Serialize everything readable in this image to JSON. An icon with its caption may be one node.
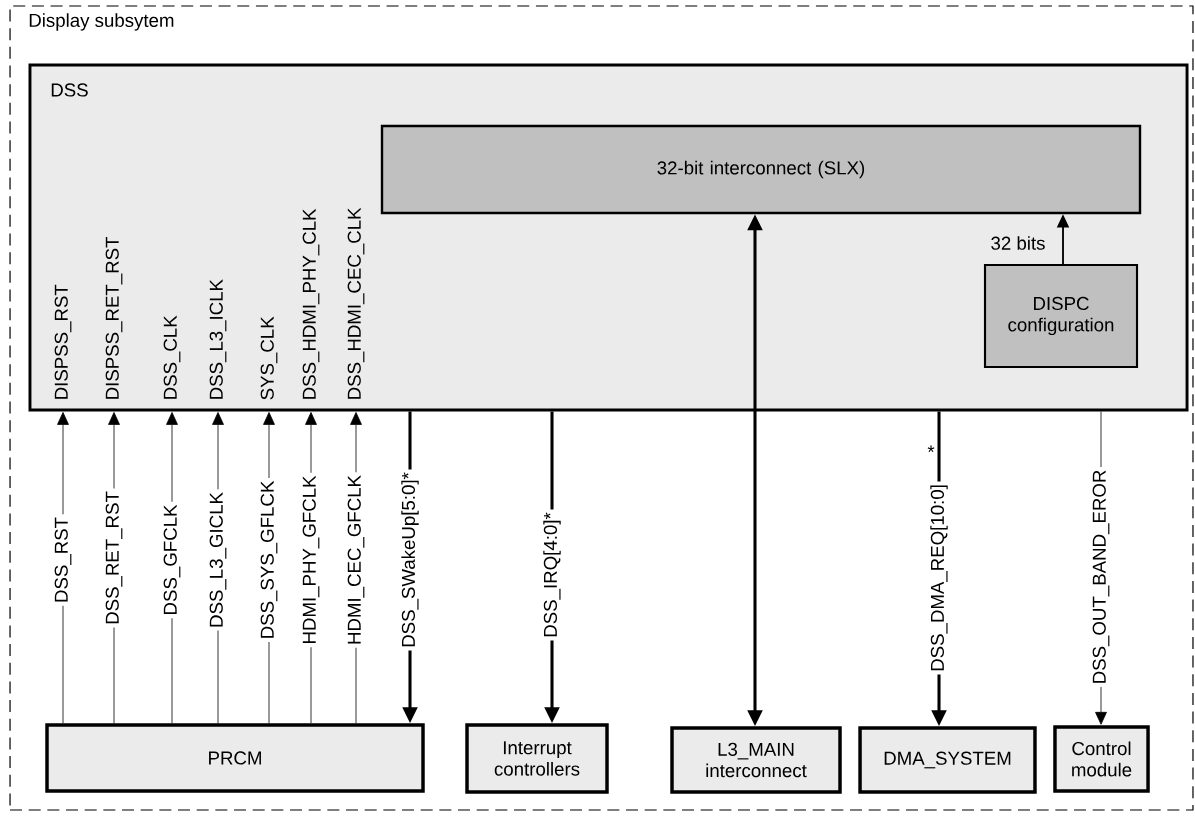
{
  "diagram": {
    "nodes": [
      {
        "text": [
          "Display subsytem"
        ]
      },
      {
        "text": [
          "DSS"
        ],
        "in": 0
      },
      {
        "text": [
          "32-bit interconnect (SLX)"
        ],
        "in": 1
      },
      {
        "text": [
          "DISPC configuration"
        ],
        "in": 1
      },
      {
        "text": [
          "PRCM"
        ],
        "in": 0
      },
      {
        "text": [
          "Interrupt controllers"
        ],
        "in": 0
      },
      {
        "text": [
          "L3_MAIN interconnect"
        ],
        "in": 0
      },
      {
        "text": [
          "DMA_SYSTEM"
        ],
        "in": 0
      },
      {
        "text": [
          "Control module"
        ],
        "in": 0
      }
    ],
    "edges": [
      {
        "from": 4,
        "to": 1,
        "arrow": "to",
        "label": "DSS_RST"
      },
      {
        "from": 4,
        "to": 1,
        "arrow": "to",
        "label": "DSS_RET_RST"
      },
      {
        "from": 4,
        "to": 1,
        "arrow": "to",
        "label": "DSS_GFCLK"
      },
      {
        "from": 4,
        "to": 1,
        "arrow": "to",
        "label": "DSS_L3_GICLK"
      },
      {
        "from": 4,
        "to": 1,
        "arrow": "to",
        "label": "DSS_SYS_GFLCK"
      },
      {
        "from": 4,
        "to": 1,
        "arrow": "to",
        "label": "HDMI_PHY_GFCLK"
      },
      {
        "from": 4,
        "to": 1,
        "arrow": "to",
        "label": "HDMI_CEC_GFCLK"
      },
      {
        "from": 1,
        "to": 4,
        "arrow": "to",
        "label": "DSS_SWakeUp[5:0]*",
        "style": "thick"
      },
      {
        "from": 1,
        "to": 5,
        "arrow": "to",
        "label": "DSS_IRQ[4:0]*",
        "style": "thick"
      },
      {
        "from": 6,
        "to": 2,
        "arrow": "both",
        "style": "thick"
      },
      {
        "from": 1,
        "to": 7,
        "arrow": "to",
        "label": "DSS_DMA_REQ[10:0]",
        "style": "thick"
      },
      {
        "from": 1,
        "to": 8,
        "arrow": "to",
        "label": "DSS_OUT_BAND_EROR"
      },
      {
        "from": 3,
        "to": 2,
        "arrow": "to",
        "label": "32 bits"
      }
    ],
    "labels": [
      "DISPSS_RST",
      "DISPSS_RET_RST",
      "DSS_CLK",
      "DSS_L3_ICLK",
      "SYS_CLK",
      "DSS_HDMI_PHY_CLK",
      "DSS_HDMI_CEC_CLK",
      "*"
    ]
  }
}
